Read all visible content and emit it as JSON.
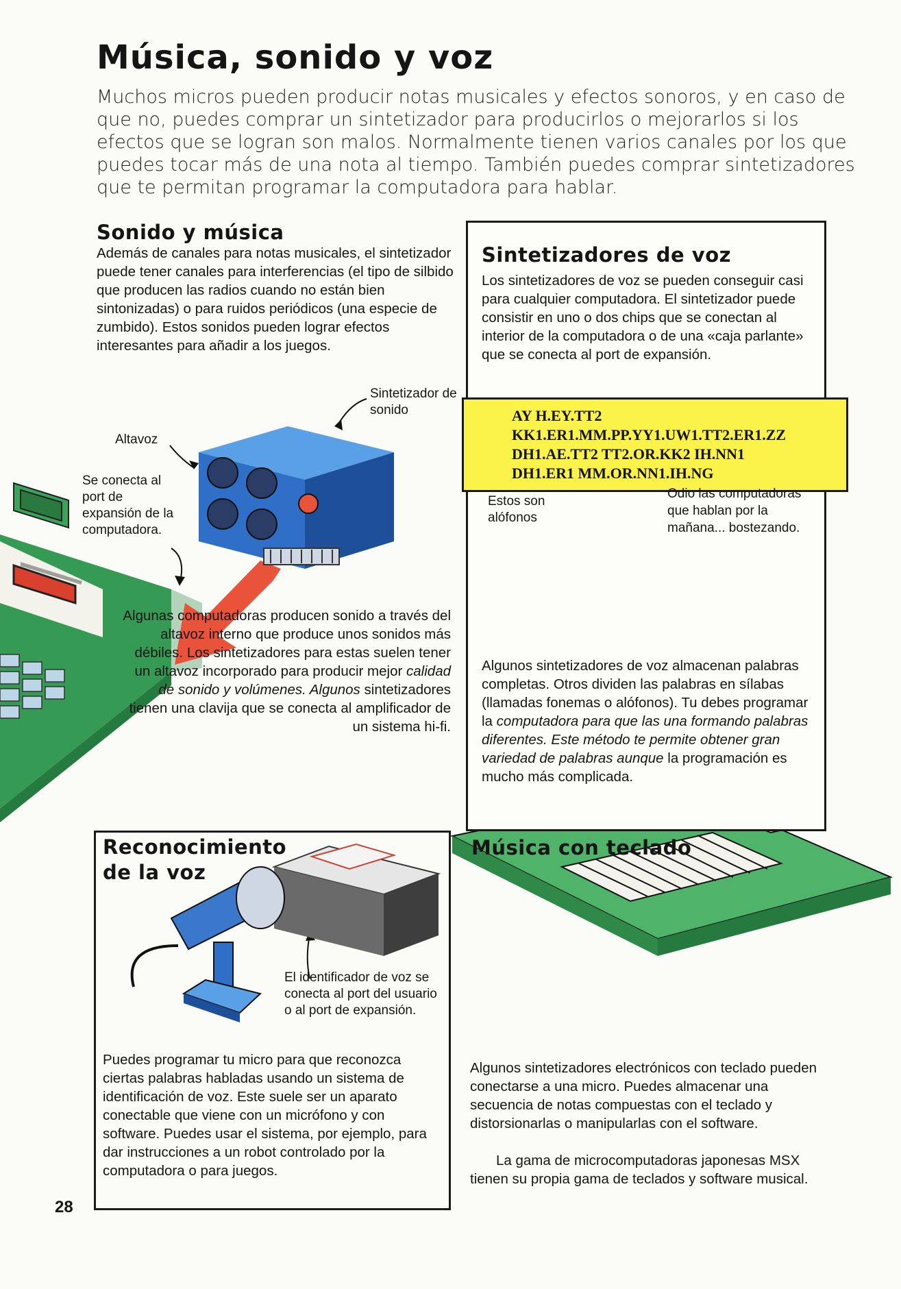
{
  "title": "Música, sonido y voz",
  "intro": "Muchos micros pueden producir notas musicales y efectos sonoros, y en caso de que no, puedes comprar un sintetizador para producirlos o mejorarlos si los efectos que se logran son malos. Normalmente tienen varios canales por los que puedes tocar más de una nota al tiempo. También puedes comprar sintetizadores que te permitan programar la computadora para hablar.",
  "sound": {
    "heading": "Sonido y música",
    "text": "Además de canales para notas musicales, el sintetizador puede tener canales para interferencias (el tipo de silbido que producen las radios cuando no están bien sintonizadas) o para ruidos periódicos (una especie de zumbido). Estos sonidos pueden lograr efectos interesantes para añadir a los juegos.",
    "label_synth": "Sintetizador de sonido",
    "label_speaker": "Altavoz",
    "label_port": "Se conecta al port de expansión de la computadora.",
    "side_text_normal": "Algunas computadoras producen sonido a través del altavoz interno que produce unos sonidos más débiles. Los sintetizadores para estas suelen tener un altavoz incorporado para producir mejor",
    "side_text_italic": "calidad de sonido y volúmenes. Algunos",
    "side_text_end": "sintetizadores tienen una clavija que se conecta al amplificador de un sistema hi-fi."
  },
  "voice_synth": {
    "heading": "Sintetizadores de voz",
    "text": "Los sintetizadores de voz se pueden conseguir casi para cualquier computadora. El sintetizador puede consistir en uno o dos chips que se conectan al interior de la computadora o de una «caja parlante» que se conecta al port de expansión.",
    "allophones": [
      "AY H.EY.TT2",
      "KK1.ER1.MM.PP.YY1.UW1.TT2.ER1.ZZ",
      "DH1.AE.TT2 TT2.OR.KK2 IH.NN1",
      "DH1.ER1 MM.OR.NN1.IH.NG"
    ],
    "label_allophones": "Estos son alófonos",
    "bubble": "Odio las computadoras que hablan por la mañana... bostezando.",
    "text2_normal": "Algunos sintetizadores de voz almacenan palabras completas. Otros dividen las palabras en sílabas (llamadas fonemas o alófonos). Tu debes programar la",
    "text2_italic": "computadora para que las una formando palabras diferentes. Este método te permite obtener gran variedad de palabras aunque",
    "text2_end": "la programación es mucho más complicada."
  },
  "recognition": {
    "heading": "Reconocimiento de la voz",
    "label_id": "El identificador de voz se conecta al port del usuario o al port de expansión.",
    "text": "Puedes programar tu micro para que reconozca ciertas palabras habladas usando un sistema de identificación de voz. Este suele ser un aparato conectable que viene con un micrófono y con software. Puedes usar el sistema, por ejemplo, para dar instrucciones a un robot controlado por la computadora o para juegos."
  },
  "keyboard": {
    "heading": "Música con teclado",
    "text1": "Algunos sintetizadores electrónicos con teclado pueden conectarse a una micro. Puedes almacenar una secuencia de notas compuestas con el teclado y distorsionarlas o manipularlas con el software.",
    "text2": "La gama de microcomputadoras japonesas MSX tienen su propia gama de teclados y software musical."
  },
  "page_number": "28",
  "colors": {
    "allophone_bg": "#fbf24a",
    "synth_blue": "#2f6fc7",
    "computer_green": "#3aa35a",
    "arrow_red": "#e8533a",
    "bed_red": "#d9402e"
  }
}
